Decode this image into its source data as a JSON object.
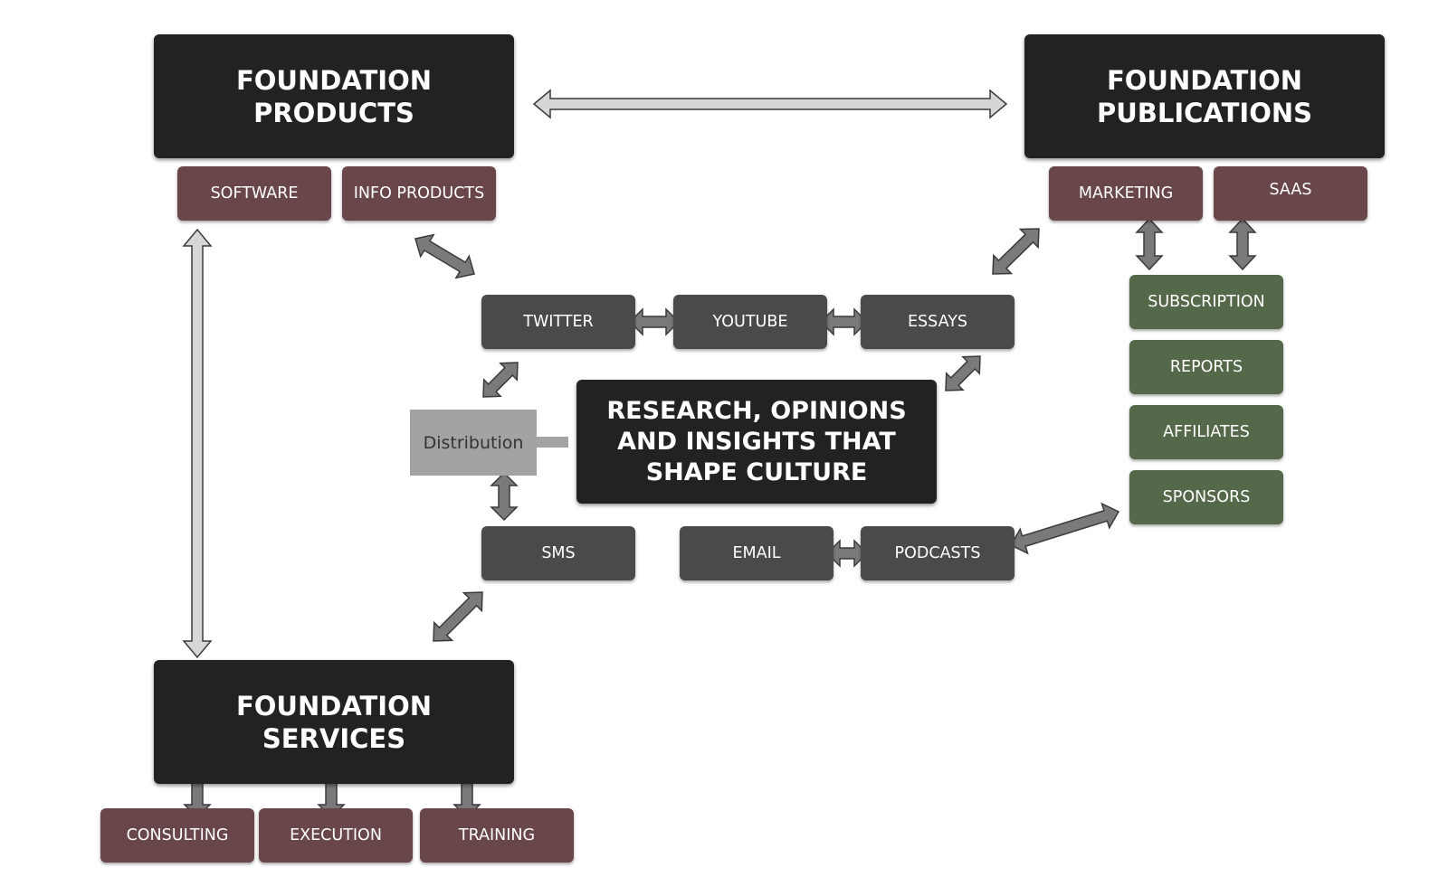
{
  "foundation_products": {
    "title": "FOUNDATION\nPRODUCTS",
    "items": [
      "SOFTWARE",
      "INFO PRODUCTS"
    ]
  },
  "foundation_publications": {
    "title": "FOUNDATION\nPUBLICATIONS",
    "items": [
      "MARKETING",
      "SAAS"
    ]
  },
  "foundation_services": {
    "title": "FOUNDATION\nSERVICES",
    "items": [
      "CONSULTING",
      "EXECUTION",
      "TRAINING"
    ]
  },
  "center": {
    "title": "RESEARCH, OPINIONS\nAND INSIGHTS THAT\nSHAPE CULTURE"
  },
  "distribution": {
    "label": "Distribution"
  },
  "channels": [
    "TWITTER",
    "YOUTUBE",
    "ESSAYS",
    "SMS",
    "EMAIL",
    "PODCASTS"
  ],
  "revenue_streams": [
    "SUBSCRIPTION",
    "REPORTS",
    "AFFILIATES",
    "SPONSORS"
  ],
  "colors": {
    "foundation": "#222222",
    "maroon": "#684649",
    "channel": "#4a4a4a",
    "green": "#56684a",
    "distribution": "#a3a3a3",
    "light_arrow": "#d6d6d6",
    "dark_arrow": "#7a7a7a"
  }
}
